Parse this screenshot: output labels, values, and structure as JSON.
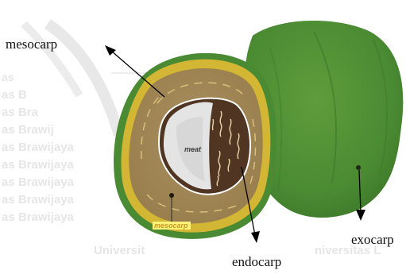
{
  "diagram": {
    "labels": {
      "mesocarp": "mesocarp",
      "endocarp": "endocarp",
      "exocarp": "exocarp"
    },
    "inner_labels": {
      "meat": "meat",
      "mesocarp": "mesocarp"
    },
    "watermark": {
      "lines": [
        "as",
        "as B",
        "as Bra",
        "as Brawij",
        "as Brawijaya",
        "as Brawijaya",
        "as Brawijaya",
        "as Brawijaya",
        "as Brawijaya"
      ],
      "bottom_left": "Universit",
      "bottom_right": "niversitas L"
    },
    "colors": {
      "exocarp": "#4a8a32",
      "mesocarp": "#a08654",
      "yellow_layer": "#d2b634",
      "endocarp": "#4f3522",
      "meat": "#e4e4e4",
      "arrow": "#000000",
      "watermark": "#e6e6e6"
    }
  }
}
